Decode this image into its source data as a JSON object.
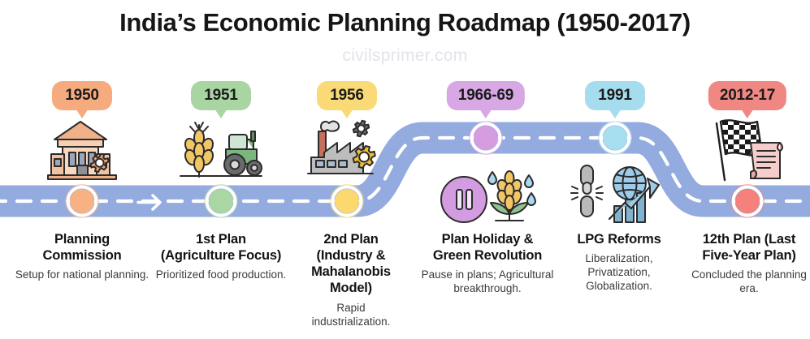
{
  "header": {
    "title": "India’s Economic Planning Roadmap (1950-2017)",
    "watermark": "civilsprimer.com"
  },
  "colors": {
    "road": "#93abdf",
    "road_dash": "#ffffff",
    "page_background": "#ffffff",
    "title_text": "#161616",
    "watermark_text": "#e4e2ec",
    "badge_orange": "#f5ab7d",
    "badge_green": "#a8d5a2",
    "badge_yellow": "#fad977",
    "badge_purple": "#d7a8e4",
    "badge_blue": "#a5dcee",
    "badge_red": "#f08782",
    "marker_orange": "#f7b183",
    "marker_green": "#a9d6a3",
    "marker_yellow": "#fbd96f",
    "marker_purple": "#d69ce0",
    "marker_blue": "#a7dff0",
    "marker_red": "#f4817c"
  },
  "milestones": [
    {
      "year": "1950",
      "title_line1": "Planning",
      "title_line2": "Commission",
      "desc": "Setup for national planning.",
      "icon": "government-building-gear-icon",
      "badge_color": "#f5ab7d",
      "marker_color": "#f7b183"
    },
    {
      "year": "1951",
      "title_line1": "1st Plan",
      "title_line2": "(Agriculture Focus)",
      "desc": "Prioritized food production.",
      "icon": "wheat-tractor-icon",
      "badge_color": "#a8d5a2",
      "marker_color": "#a9d6a3"
    },
    {
      "year": "1956",
      "title_line1": "2nd Plan",
      "title_line2": "(Industry & Mahalanobis Model)",
      "desc": "Rapid industrialization.",
      "icon": "factory-gears-icon",
      "badge_color": "#fad977",
      "marker_color": "#fbd96f"
    },
    {
      "year": "1966-69",
      "title_line1": "Plan Holiday &",
      "title_line2": "Green Revolution",
      "desc": "Pause in plans; Agricultural breakthrough.",
      "icon": "pause-wheat-water-icon",
      "badge_color": "#d7a8e4",
      "marker_color": "#d69ce0"
    },
    {
      "year": "1991",
      "title_line1": "LPG Reforms",
      "title_line2": "",
      "desc": "Liberalization, Privatization, Globalization.",
      "icon": "broken-chain-globe-growth-icon",
      "badge_color": "#a5dcee",
      "marker_color": "#a7dff0"
    },
    {
      "year": "2012-17",
      "title_line1": "12th Plan (Last",
      "title_line2": "Five-Year Plan)",
      "desc": "Concluded the planning era.",
      "icon": "checkered-flag-scroll-icon",
      "badge_color": "#f08782",
      "marker_color": "#f4817c"
    }
  ]
}
